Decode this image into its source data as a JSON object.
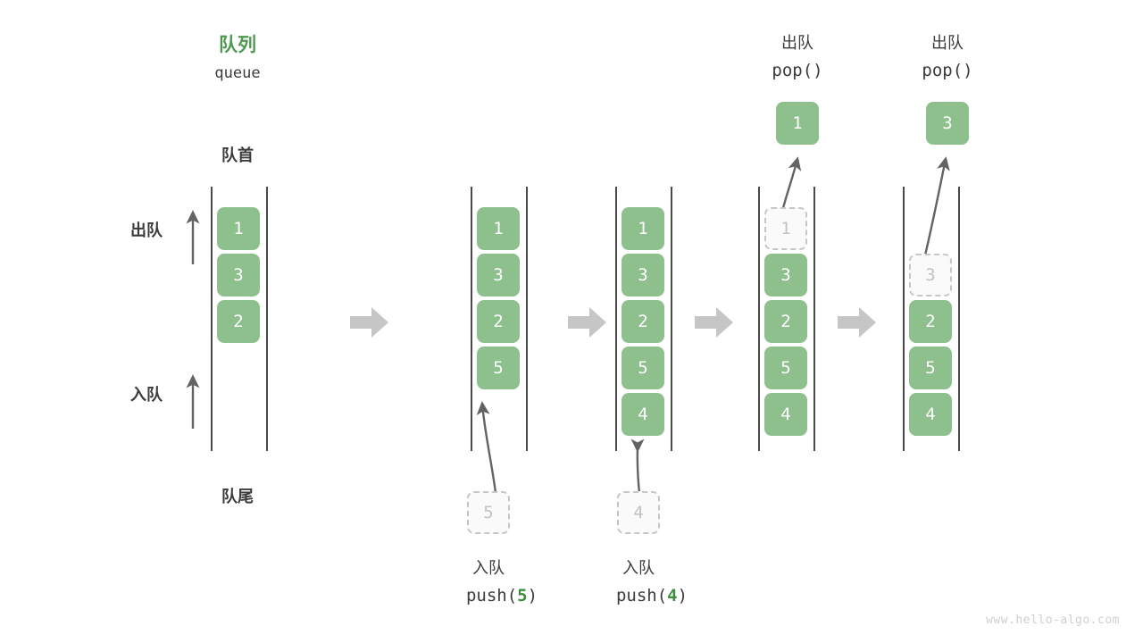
{
  "diagram": {
    "title_cn": "队列",
    "title_en": "queue",
    "head_label": "队首",
    "tail_label": "队尾",
    "dequeue_side_label": "出队",
    "enqueue_side_label": "入队",
    "watermark": "www.hello-algo.com",
    "accent_green": "#4e9a51",
    "cell_green": "#8dc08d",
    "ghost_gray": "#c6c6c6",
    "rail_gray": "#4a4a4a",
    "step_arrow_gray": "#c6c6c6"
  },
  "columns": [
    {
      "id": "initial",
      "cells": [
        {
          "value": "1",
          "state": "filled"
        },
        {
          "value": "3",
          "state": "filled"
        },
        {
          "value": "2",
          "state": "filled"
        }
      ],
      "op_cn": "",
      "op_code": "",
      "op_arg": ""
    },
    {
      "id": "push-5",
      "cells": [
        {
          "value": "1",
          "state": "filled"
        },
        {
          "value": "3",
          "state": "filled"
        },
        {
          "value": "2",
          "state": "filled"
        },
        {
          "value": "5",
          "state": "filled"
        }
      ],
      "incoming_value": "5",
      "op_cn": "入队",
      "op_code_prefix": "push(",
      "op_arg": "5",
      "op_code_suffix": ")"
    },
    {
      "id": "push-4",
      "cells": [
        {
          "value": "1",
          "state": "filled"
        },
        {
          "value": "3",
          "state": "filled"
        },
        {
          "value": "2",
          "state": "filled"
        },
        {
          "value": "5",
          "state": "filled"
        },
        {
          "value": "4",
          "state": "filled"
        }
      ],
      "incoming_value": "4",
      "op_cn": "入队",
      "op_code_prefix": "push(",
      "op_arg": "4",
      "op_code_suffix": ")"
    },
    {
      "id": "pop-1",
      "cells": [
        {
          "value": "1",
          "state": "ghost"
        },
        {
          "value": "3",
          "state": "filled"
        },
        {
          "value": "2",
          "state": "filled"
        },
        {
          "value": "5",
          "state": "filled"
        },
        {
          "value": "4",
          "state": "filled"
        }
      ],
      "popped_value": "1",
      "op_cn": "出队",
      "op_code_prefix": "pop(",
      "op_arg": "",
      "op_code_suffix": ")"
    },
    {
      "id": "pop-3",
      "cells": [
        {
          "value": "3",
          "state": "ghost"
        },
        {
          "value": "2",
          "state": "filled"
        },
        {
          "value": "5",
          "state": "filled"
        },
        {
          "value": "4",
          "state": "filled"
        }
      ],
      "popped_value": "3",
      "op_cn": "出队",
      "op_code_prefix": "pop(",
      "op_arg": "",
      "op_code_suffix": ")"
    }
  ]
}
